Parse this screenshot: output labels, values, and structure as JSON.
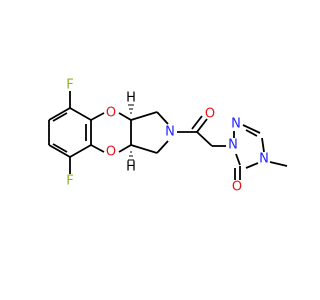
{
  "colors": {
    "bond": "#000000",
    "carbon": "#000000",
    "fluorine": "#8fb033",
    "oxygen": "#e8151b",
    "nitrogen": "#2222ff"
  },
  "atoms": {
    "f_top": "F",
    "f_bottom": "F",
    "o_ring_top": "O",
    "o_ring_bottom": "O",
    "n_pyrrolidine": "N",
    "o_carbonyl": "O",
    "n_triazole_1": "N",
    "n_triazole_2": "N",
    "n_triazole_4": "N",
    "o_triazolone": "O",
    "h_stereo_top": "H",
    "h_stereo_bottom": "H"
  }
}
